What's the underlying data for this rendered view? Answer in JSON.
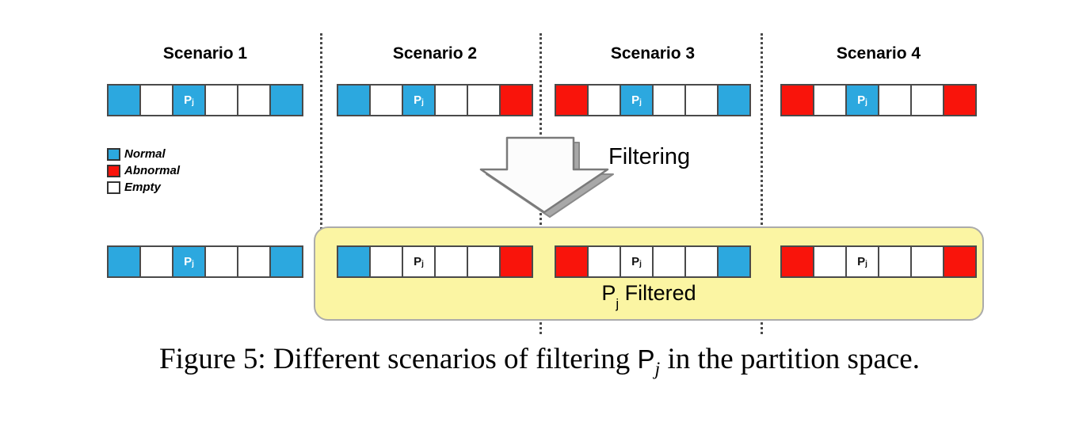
{
  "caption": {
    "prefix": "Figure 5: Different scenarios of filtering ",
    "pj_base": "P",
    "pj_sub": "j",
    "suffix": " in the partition space."
  },
  "filtering_label": "Filtering",
  "filtered_label": {
    "pj_base": "P",
    "pj_sub": "j",
    "text": " Filtered"
  },
  "pj_cell_label": {
    "base": "P",
    "sub": "j"
  },
  "legend": {
    "items": [
      {
        "name": "Normal",
        "color": "#2CA8DF"
      },
      {
        "name": "Abnormal",
        "color": "#F9140B"
      },
      {
        "name": "Empty",
        "color": "#FFFFFF"
      }
    ]
  },
  "colors": {
    "normal": "#2CA8DF",
    "abnormal": "#F9140B",
    "empty": "#FFFFFF",
    "cell_border": "#4A4A4A",
    "filter_box_fill": "#FBF5A3",
    "filter_box_border": "#ABABAB"
  },
  "scenarios": [
    {
      "label": "Scenario 1",
      "top_cells": [
        "normal",
        "empty",
        "pj-normal",
        "empty",
        "empty",
        "normal"
      ],
      "bottom_cells": [
        "normal",
        "empty",
        "pj-normal",
        "empty",
        "empty",
        "normal"
      ],
      "bottom_in_filter_box": false
    },
    {
      "label": "Scenario 2",
      "top_cells": [
        "normal",
        "empty",
        "pj-normal",
        "empty",
        "empty",
        "abnormal"
      ],
      "bottom_cells": [
        "normal",
        "empty",
        "pj-empty",
        "empty",
        "empty",
        "abnormal"
      ],
      "bottom_in_filter_box": true
    },
    {
      "label": "Scenario 3",
      "top_cells": [
        "abnormal",
        "empty",
        "pj-normal",
        "empty",
        "empty",
        "normal"
      ],
      "bottom_cells": [
        "abnormal",
        "empty",
        "pj-empty",
        "empty",
        "empty",
        "normal"
      ],
      "bottom_in_filter_box": true
    },
    {
      "label": "Scenario 4",
      "top_cells": [
        "abnormal",
        "empty",
        "pj-normal",
        "empty",
        "empty",
        "abnormal"
      ],
      "bottom_cells": [
        "abnormal",
        "empty",
        "pj-empty",
        "empty",
        "empty",
        "abnormal"
      ],
      "bottom_in_filter_box": true
    }
  ]
}
